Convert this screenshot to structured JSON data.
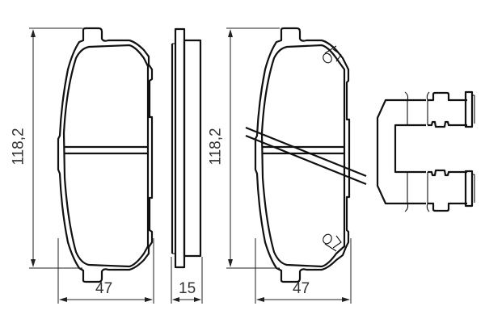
{
  "drawing": {
    "type": "brake pad set technical drawing",
    "stroke_color": "#111111",
    "background": "#ffffff",
    "views": [
      {
        "name": "front-view",
        "description": "pad backing plate with friction lining"
      },
      {
        "name": "side-view",
        "description": "pad thickness profile"
      },
      {
        "name": "rear-view",
        "description": "pad with wear indicator clips and sensor wire"
      },
      {
        "name": "accessory-view",
        "description": "anti-rattle spring clip set"
      }
    ],
    "dimensions": {
      "height_left": "118,2",
      "height_right": "118,2",
      "width_left": "47",
      "thickness": "15",
      "width_right": "47"
    }
  }
}
